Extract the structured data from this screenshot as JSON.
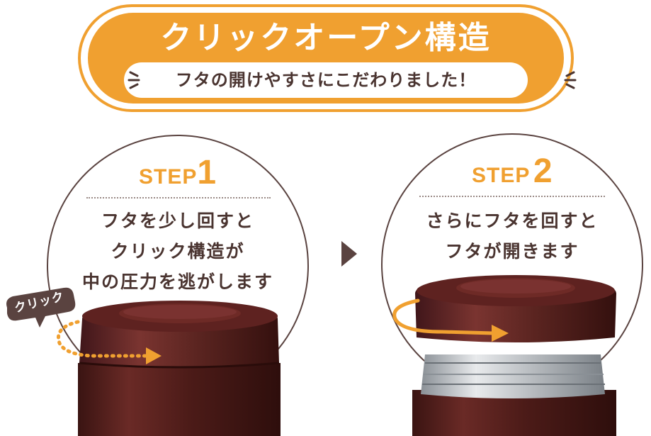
{
  "banner": {
    "title": "クリックオープン構造",
    "subtitle": "フタの開けやすさにこだわりました！"
  },
  "steps": [
    {
      "word": "STEP",
      "number": "1",
      "lines": [
        "フタを少し回すと",
        "クリック構造が",
        "中の圧力を逃がします"
      ]
    },
    {
      "word": "STEP",
      "number": "2",
      "lines": [
        "さらにフタを回すと",
        "フタが開きます"
      ]
    }
  ],
  "badge": {
    "label": "クリック"
  },
  "colors": {
    "accent": "#f0a030",
    "text": "#4a3430",
    "lid": "#5e2520",
    "body": "#4a1a18",
    "steel": "#c8ccd0"
  }
}
